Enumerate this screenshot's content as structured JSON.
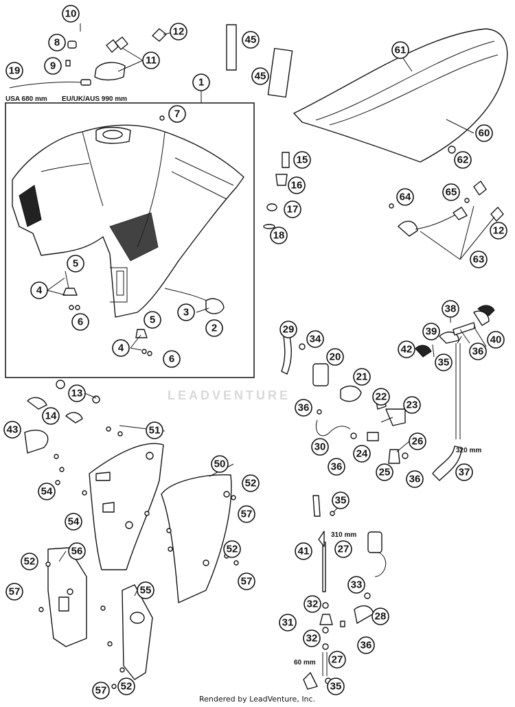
{
  "dimensions": {
    "cable_usa": "USA 680 mm",
    "cable_eu": "EU/UK/AUS 990 mm",
    "hose_320": "320 mm",
    "hose_310": "310 mm",
    "hose_60": "60 mm"
  },
  "watermark": "LEADVENTURE",
  "credit": "Rendered by LeadVenture, Inc.",
  "callouts": [
    "1",
    "2",
    "3",
    "4",
    "5",
    "6",
    "7",
    "8",
    "9",
    "10",
    "11",
    "12",
    "13",
    "14",
    "15",
    "16",
    "17",
    "18",
    "19",
    "20",
    "21",
    "22",
    "23",
    "24",
    "25",
    "26",
    "27",
    "28",
    "29",
    "30",
    "31",
    "32",
    "33",
    "34",
    "35",
    "36",
    "37",
    "38",
    "39",
    "40",
    "41",
    "42",
    "43",
    "45",
    "50",
    "51",
    "52",
    "54",
    "55",
    "56",
    "57",
    "60",
    "61",
    "62",
    "63",
    "64",
    "65"
  ]
}
